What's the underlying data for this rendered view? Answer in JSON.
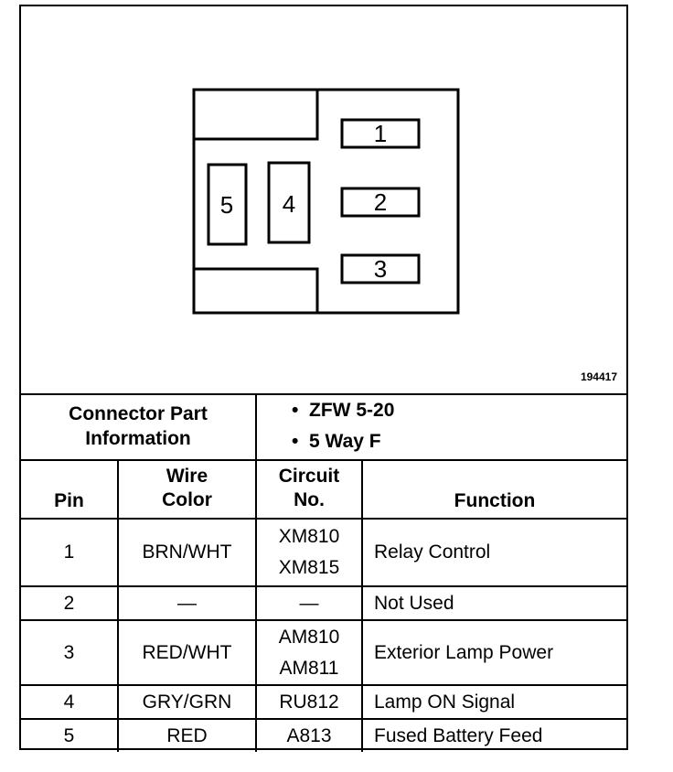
{
  "diagram": {
    "pins": [
      "1",
      "2",
      "3",
      "4",
      "5"
    ],
    "ref_code": "194417"
  },
  "connector_info": {
    "label_line1": "Connector Part",
    "label_line2": "Information",
    "bullet": "•",
    "items": [
      "ZFW 5-20",
      "5 Way F"
    ]
  },
  "table": {
    "headers": {
      "pin": "Pin",
      "wire_color_1": "Wire",
      "wire_color_2": "Color",
      "circuit_1": "Circuit",
      "circuit_2": "No.",
      "function": "Function"
    },
    "rows": [
      {
        "pin": "1",
        "color": "BRN/WHT",
        "circuits": [
          "XM810",
          "XM815"
        ],
        "function": "Relay Control"
      },
      {
        "pin": "2",
        "color": "—",
        "circuits": [
          "—"
        ],
        "function": "Not Used"
      },
      {
        "pin": "3",
        "color": "RED/WHT",
        "circuits": [
          "AM810",
          "AM811"
        ],
        "function": "Exterior Lamp Power"
      },
      {
        "pin": "4",
        "color": "GRY/GRN",
        "circuits": [
          "RU812"
        ],
        "function": "Lamp ON Signal"
      },
      {
        "pin": "5",
        "color": "RED",
        "circuits": [
          "A813"
        ],
        "function": "Fused Battery Feed"
      }
    ]
  }
}
